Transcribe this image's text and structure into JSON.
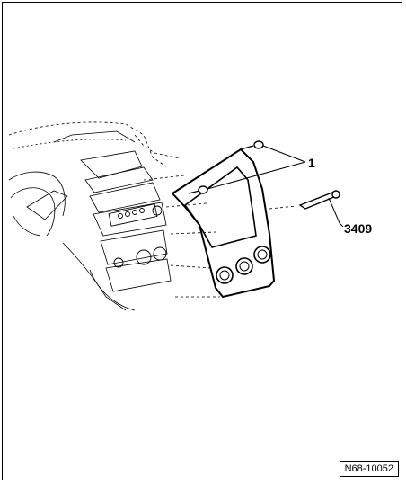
{
  "callouts": {
    "fastener": "1",
    "tool": "3409"
  },
  "reference_code": "N68-10052",
  "colors": {
    "line": "#000000",
    "background": "#ffffff"
  }
}
